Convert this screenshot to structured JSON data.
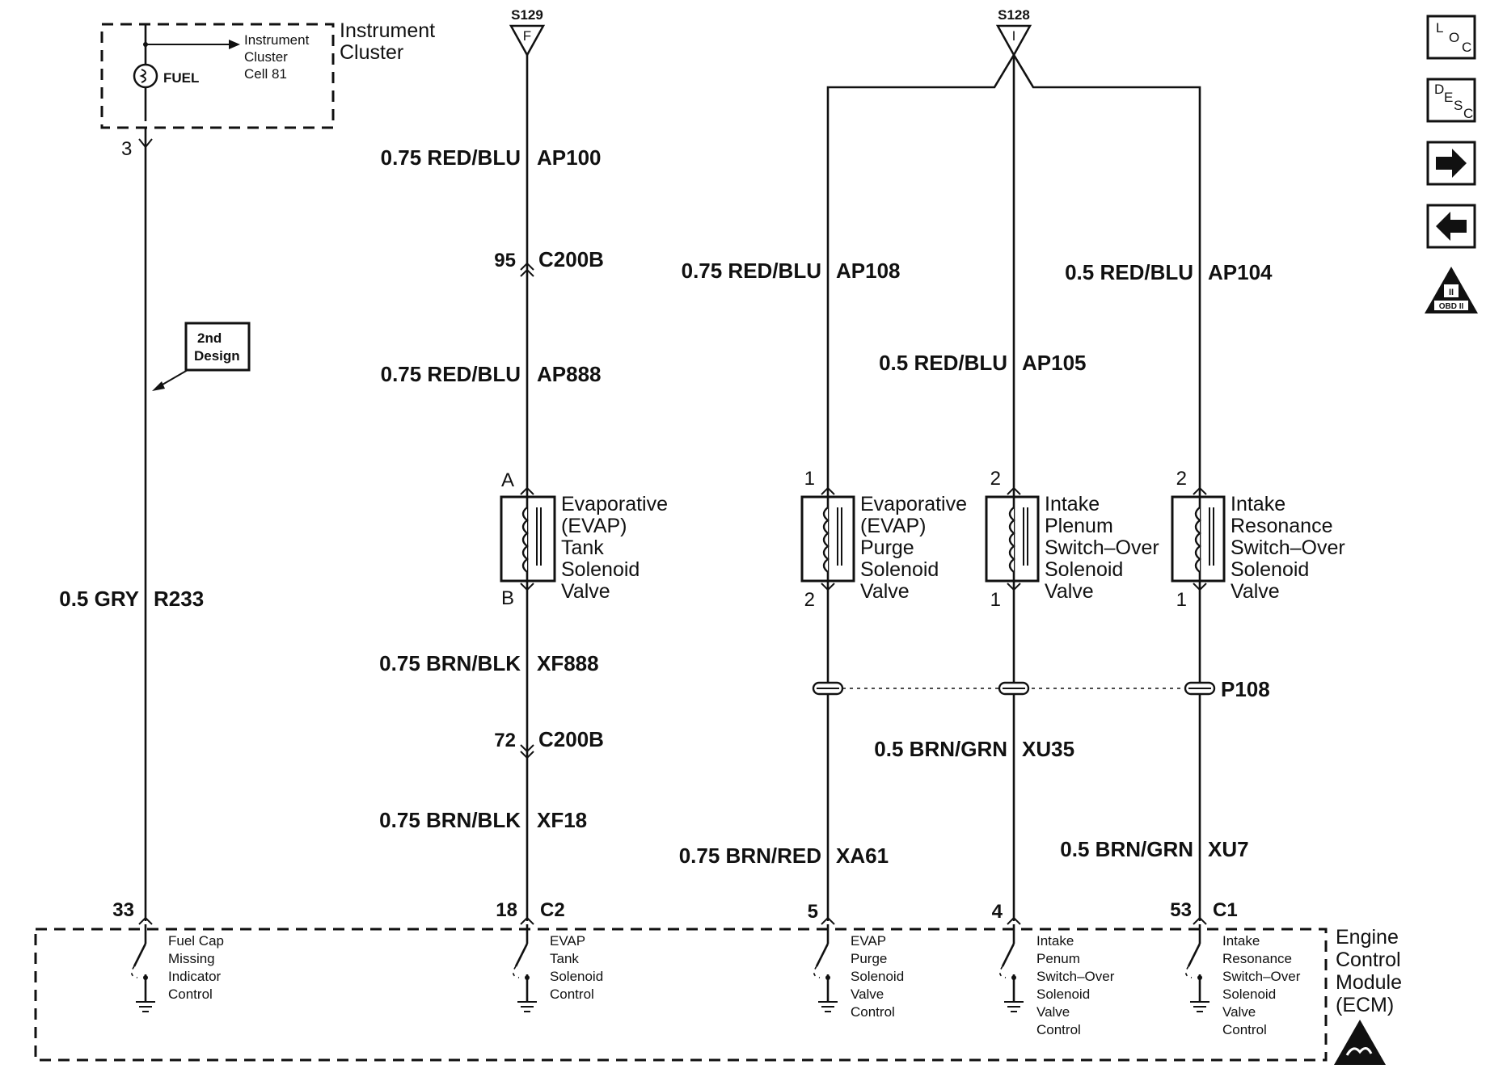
{
  "splices": {
    "s129": {
      "id": "S129",
      "letter": "F"
    },
    "s128": {
      "id": "S128",
      "letter": "I"
    }
  },
  "instrument_cluster": {
    "name_line1": "Instrument",
    "name_line2": "Cluster",
    "ref_line1": "Instrument",
    "ref_line2": "Cluster",
    "ref_line3": "Cell 81",
    "fuel_label": "FUEL",
    "pin": "3"
  },
  "note_box": {
    "line1": "2nd",
    "line2": "Design"
  },
  "wires": {
    "r233": {
      "gauge_color": "0.5 GRY",
      "circuit": "R233"
    },
    "ap100": {
      "gauge_color": "0.75 RED/BLU",
      "circuit": "AP100"
    },
    "ap888": {
      "gauge_color": "0.75 RED/BLU",
      "circuit": "AP888"
    },
    "xf888": {
      "gauge_color": "0.75 BRN/BLK",
      "circuit": "XF888"
    },
    "xf18": {
      "gauge_color": "0.75 BRN/BLK",
      "circuit": "XF18"
    },
    "ap108": {
      "gauge_color": "0.75 RED/BLU",
      "circuit": "AP108"
    },
    "ap105": {
      "gauge_color": "0.5 RED/BLU",
      "circuit": "AP105"
    },
    "ap104": {
      "gauge_color": "0.5 RED/BLU",
      "circuit": "AP104"
    },
    "xu35": {
      "gauge_color": "0.5 BRN/GRN",
      "circuit": "XU35"
    },
    "xa61": {
      "gauge_color": "0.75 BRN/RED",
      "circuit": "XA61"
    },
    "xu7": {
      "gauge_color": "0.5 BRN/GRN",
      "circuit": "XU7"
    }
  },
  "connectors": {
    "c200b_upper": {
      "pin": "95",
      "name": "C200B"
    },
    "c200b_lower": {
      "pin": "72",
      "name": "C200B"
    },
    "p108": {
      "name": "P108"
    }
  },
  "components": {
    "evap_tank": {
      "pin_top": "A",
      "pin_bottom": "B",
      "lines": [
        "Evaporative",
        "(EVAP)",
        "Tank",
        "Solenoid",
        "Valve"
      ]
    },
    "evap_purge": {
      "pin_top": "1",
      "pin_bottom": "2",
      "lines": [
        "Evaporative",
        "(EVAP)",
        "Purge",
        "Solenoid",
        "Valve"
      ]
    },
    "intake_plenum": {
      "pin_top": "2",
      "pin_bottom": "1",
      "lines": [
        "Intake",
        "Plenum",
        "Switch–Over",
        "Solenoid",
        "Valve"
      ]
    },
    "intake_resonance": {
      "pin_top": "2",
      "pin_bottom": "1",
      "lines": [
        "Intake",
        "Resonance",
        "Switch–Over",
        "Solenoid",
        "Valve"
      ]
    }
  },
  "ecm": {
    "name_lines": [
      "Engine",
      "Control",
      "Module",
      "(ECM)"
    ],
    "pins": {
      "fuel_cap": "33",
      "evap_tank": "18",
      "c2": "C2",
      "evap_purge": "5",
      "intake_plenum": "4",
      "intake_resonance": "53",
      "c1": "C1"
    },
    "drivers": {
      "fuel_cap": [
        "Fuel Cap",
        "Missing",
        "Indicator",
        "Control"
      ],
      "evap_tank": [
        "EVAP",
        "Tank",
        "Solenoid",
        "Control"
      ],
      "evap_purge": [
        "EVAP",
        "Purge",
        "Solenoid",
        "Valve",
        "Control"
      ],
      "intake_plenum": [
        "Intake",
        "Penum",
        "Switch–Over",
        "Solenoid",
        "Valve",
        "Control"
      ],
      "intake_resonance": [
        "Intake",
        "Resonance",
        "Switch–Over",
        "Solenoid",
        "Valve",
        "Control"
      ]
    }
  },
  "nav_icons": {
    "loc": {
      "l1": "L",
      "l2": "O",
      "l3": "C"
    },
    "desc": {
      "l1": "D",
      "l2": "E",
      "l3": "S",
      "l4": "C"
    },
    "obd": {
      "label": "OBD II",
      "mark": "II"
    },
    "icons": [
      "location-icon",
      "description-icon",
      "next-arrow-icon",
      "back-arrow-icon",
      "obd-ii-icon",
      "esd-warning-icon"
    ]
  }
}
